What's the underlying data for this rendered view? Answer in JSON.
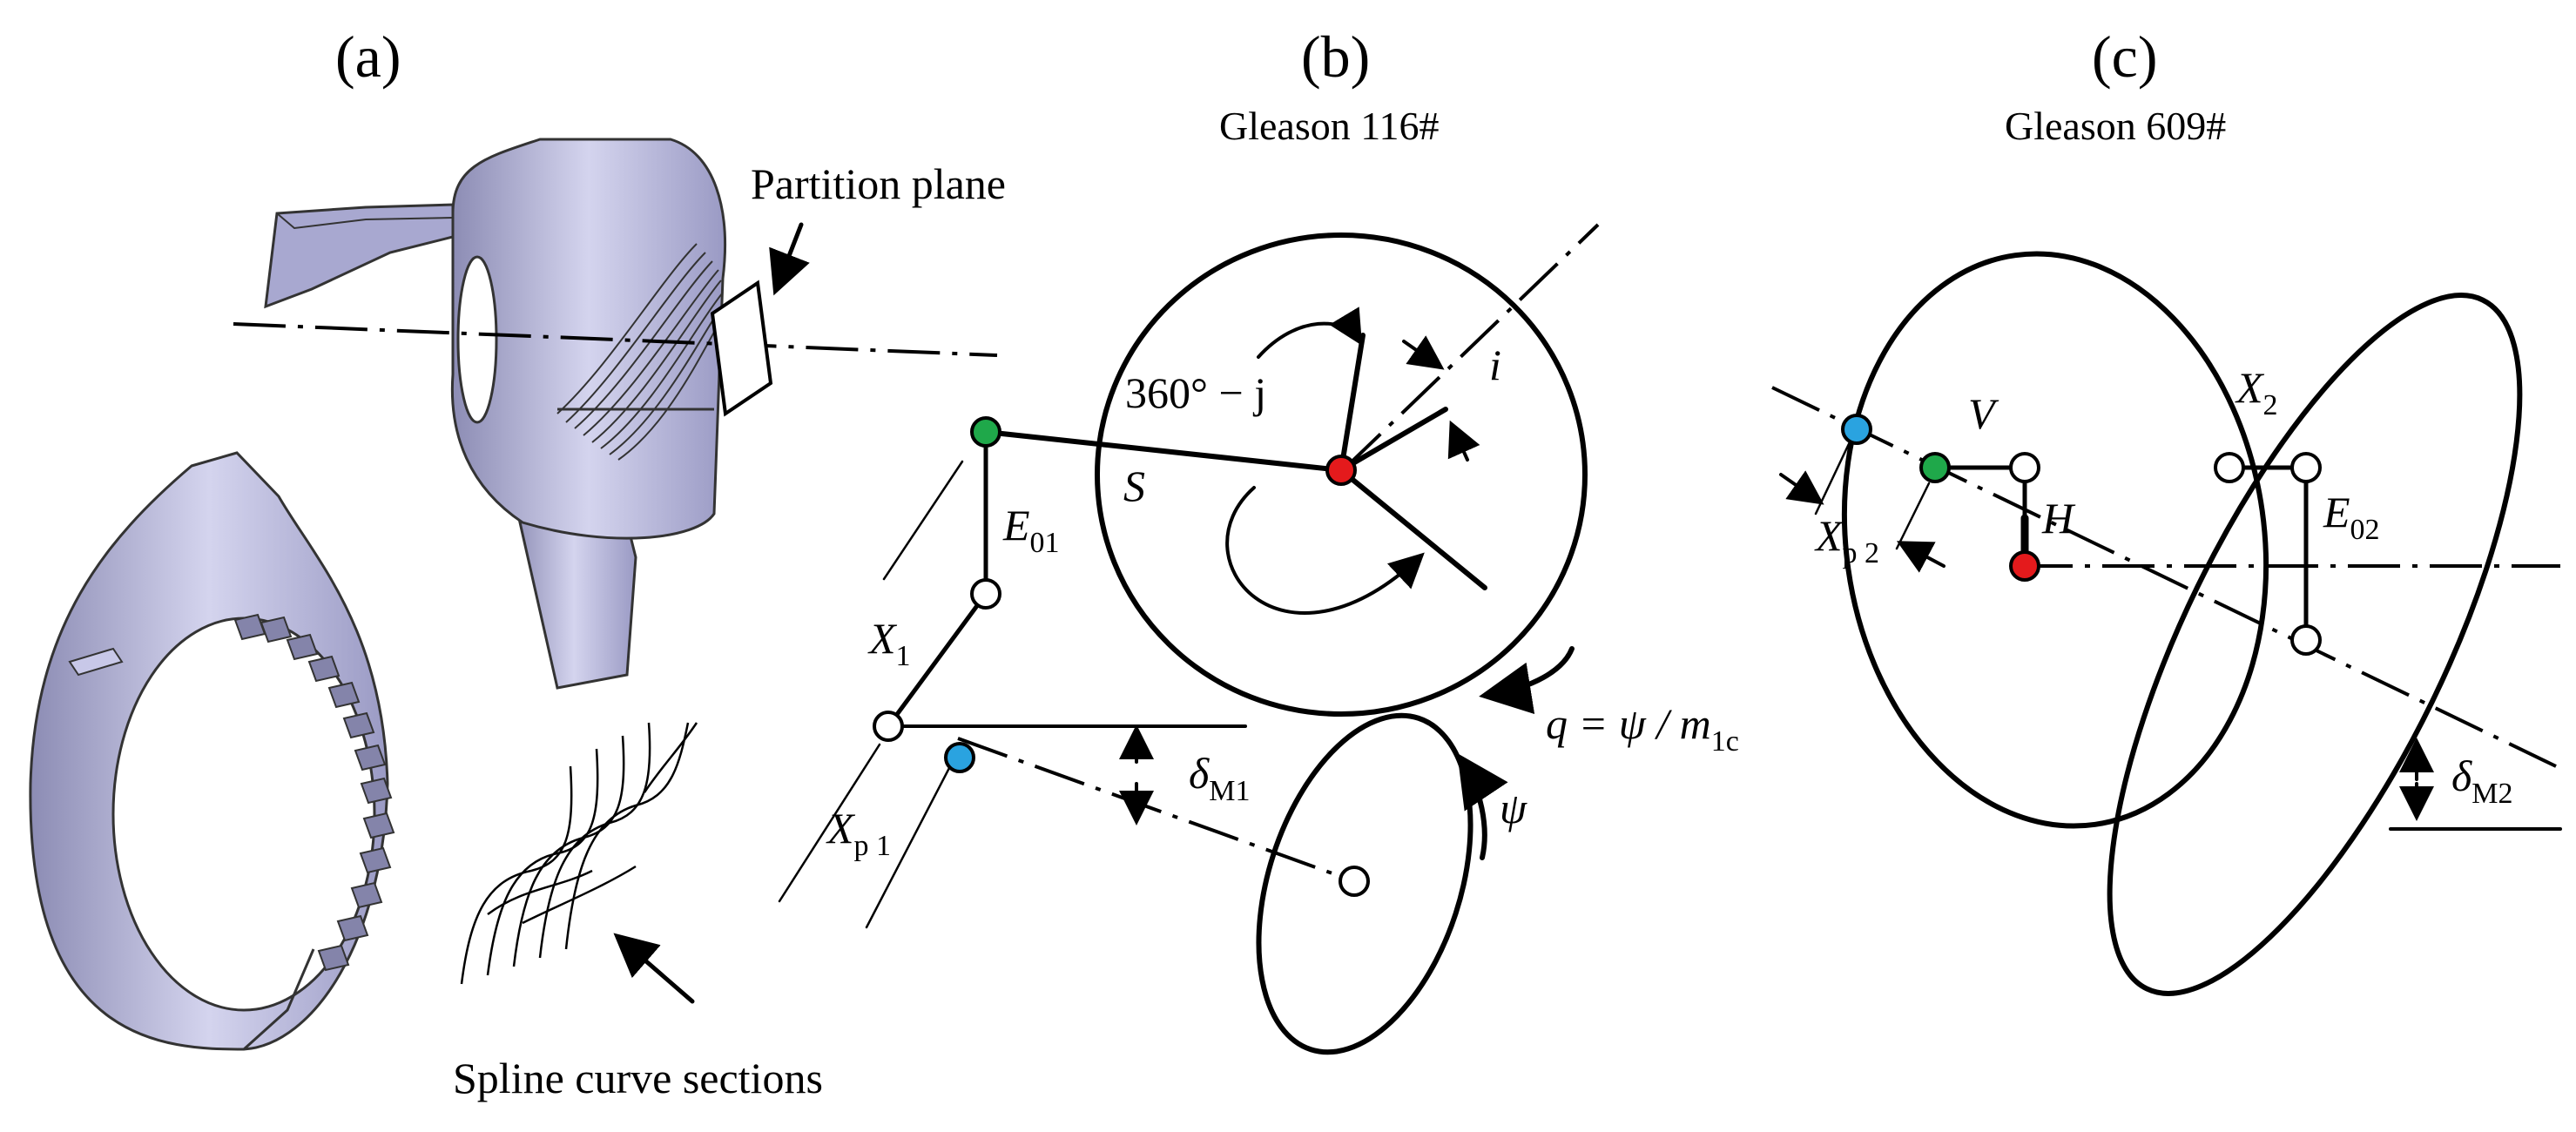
{
  "panels": {
    "a": {
      "label": "(a)",
      "partition_plane_label": "Partition plane",
      "spline_label": "Spline curve sections"
    },
    "b": {
      "label": "(b)",
      "title": "Gleason 116#",
      "angle_label": "360° − j",
      "i_label": "i",
      "s_label": "S",
      "e_label": "E",
      "e_sub": "01",
      "x_label": "X",
      "x_sub": "1",
      "xp_label": "X",
      "xp_sub": "p 1",
      "delta_label": "δ",
      "delta_sub": "M1",
      "q_formula": "q = ψ / m",
      "q_sub": "1c",
      "psi_label": "ψ"
    },
    "c": {
      "label": "(c)",
      "title": "Gleason 609#",
      "v_label": "V",
      "h_label": "H",
      "x_label": "X",
      "x_sub": "2",
      "e_label": "E",
      "e_sub": "02",
      "xp_label": "X",
      "xp_sub": "p 2",
      "delta_label": "δ",
      "delta_sub": "M2"
    }
  },
  "colors": {
    "red_node": "#e41a1c",
    "green_node": "#1fa84a",
    "blue_node": "#2aa3e0",
    "white_node": "#ffffff",
    "gear_fill": "#b8b8dc",
    "gear_dark": "#6d6d92"
  }
}
